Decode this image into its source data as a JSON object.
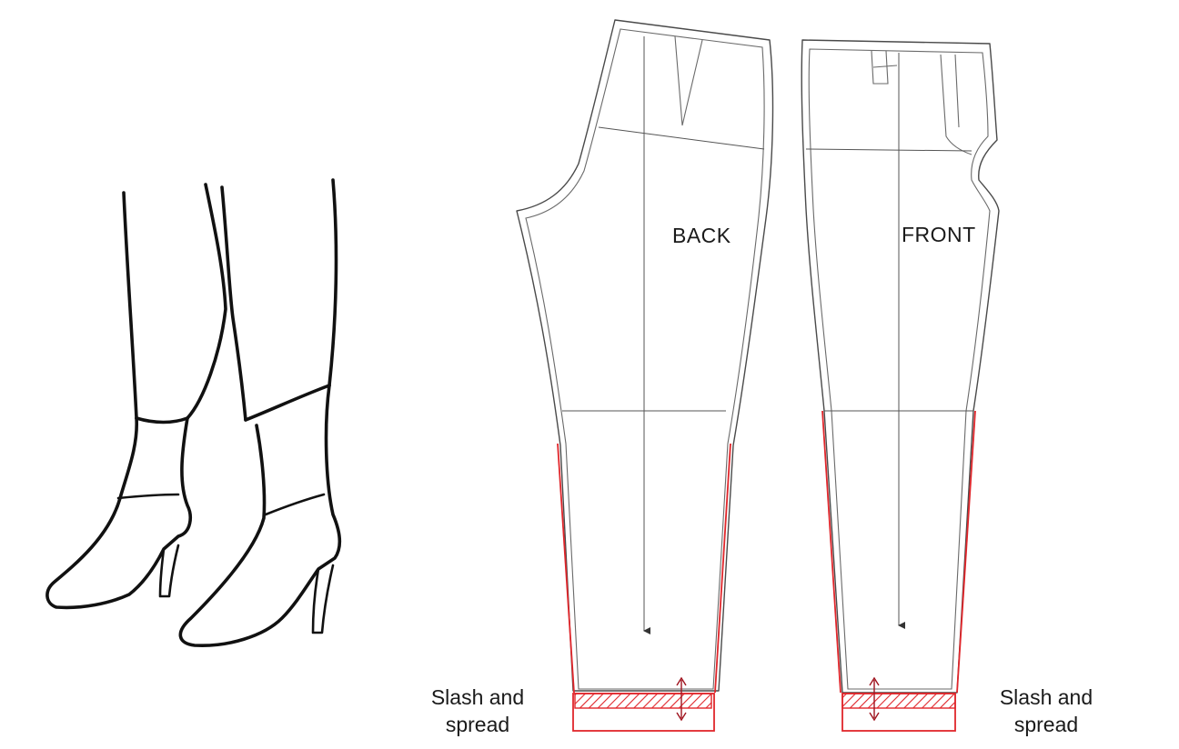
{
  "labels": {
    "back": "BACK",
    "front": "FRONT",
    "slash_left_line1": "Slash and",
    "slash_left_line2": "spread",
    "slash_right_line1": "Slash and",
    "slash_right_line2": "spread"
  },
  "colors": {
    "highlight": "#e0262b",
    "arrow": "#a0141f",
    "outline": "#4a4a4a",
    "sketch": "#111111"
  }
}
